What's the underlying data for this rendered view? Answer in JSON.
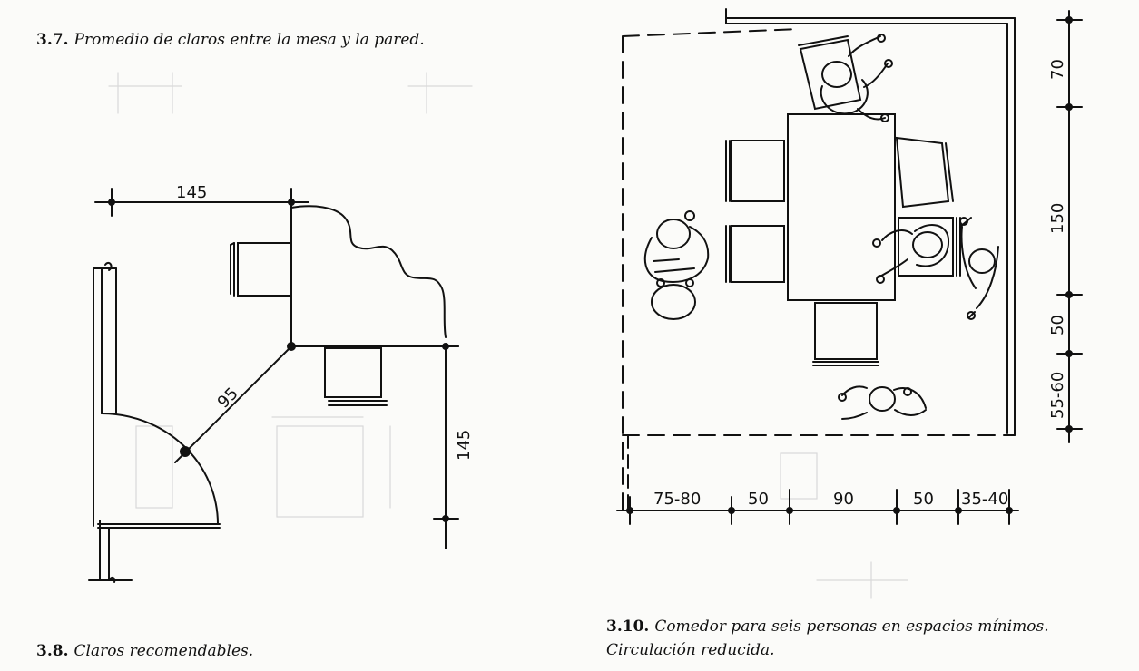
{
  "captions": {
    "fig37": {
      "number": "3.7.",
      "text": "Promedio de claros entre la mesa y la pared."
    },
    "fig38": {
      "number": "3.8.",
      "text": "Claros recomendables."
    },
    "fig310": {
      "number": "3.10.",
      "line1": "Comedor para seis personas en espacios mínimos.",
      "line2": "Circulación reducida."
    }
  },
  "left_diagram": {
    "dim_top": "145",
    "dim_diagonal": "95",
    "dim_right": "145"
  },
  "right_diagram": {
    "vertical_dims": [
      "70",
      "150",
      "50",
      "55-60"
    ],
    "horizontal_dims": [
      "75-80",
      "50",
      "90",
      "50",
      "35-40"
    ]
  },
  "colors": {
    "ink": "#111111",
    "paper": "#fbfbf9",
    "ghost": "#c8c8c8"
  }
}
